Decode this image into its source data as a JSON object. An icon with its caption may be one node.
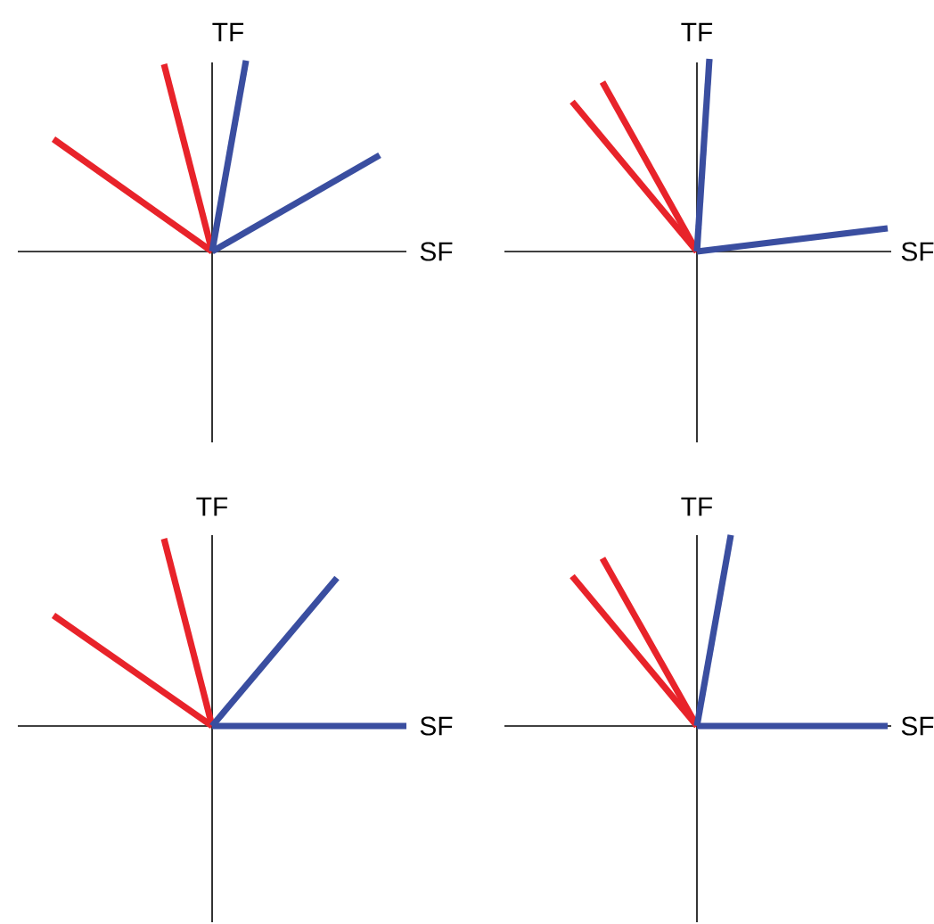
{
  "diagram": {
    "labels": [
      "TF",
      "TF",
      "SF",
      "SF",
      "TF",
      "TF",
      "SF",
      "SF"
    ]
  }
}
